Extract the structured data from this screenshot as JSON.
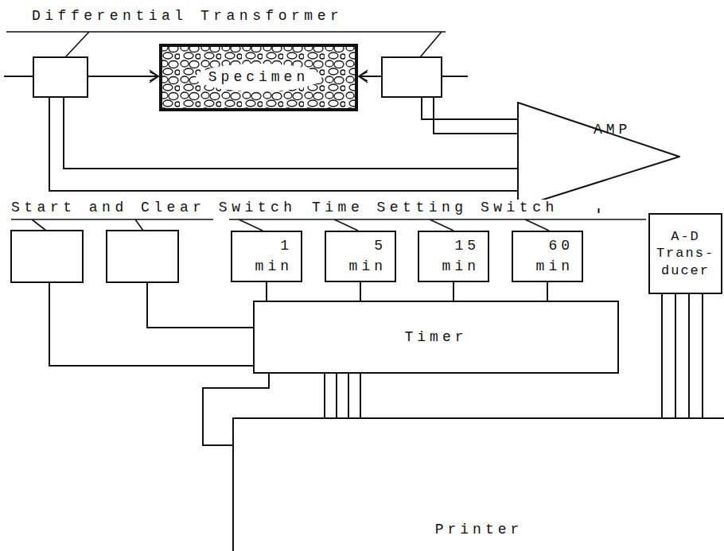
{
  "diagram": {
    "nodes": [
      {
        "text": [
          "Specimen"
        ]
      },
      {
        "text": [
          "AMP"
        ]
      },
      {
        "text": [
          "A-D Trans- ducer"
        ]
      },
      {
        "text": [
          "1 min"
        ]
      },
      {
        "text": [
          "5 min"
        ]
      },
      {
        "text": [
          "15 min"
        ]
      },
      {
        "text": [
          "60 min"
        ]
      },
      {
        "text": [
          "Timer"
        ]
      },
      {
        "text": [
          "Printer"
        ]
      }
    ],
    "edges": [
      {
        "from": 1,
        "to": 2,
        "arrow": "none"
      },
      {
        "from": 2,
        "to": 8,
        "arrow": "none"
      },
      {
        "from": 3,
        "to": 7,
        "arrow": "none"
      },
      {
        "from": 4,
        "to": 7,
        "arrow": "none"
      },
      {
        "from": 5,
        "to": 7,
        "arrow": "none"
      },
      {
        "from": 6,
        "to": 7,
        "arrow": "none"
      },
      {
        "from": 7,
        "to": 8,
        "arrow": "none"
      }
    ],
    "labels": [
      "Differential Transformer",
      "Start and Clear Switch",
      "Time Setting Switch"
    ]
  }
}
